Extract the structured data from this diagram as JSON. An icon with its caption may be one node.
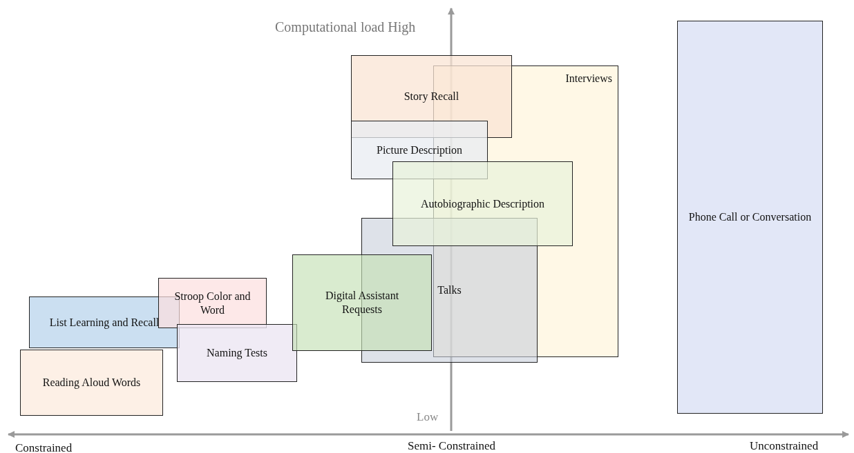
{
  "diagram": {
    "nodes": [
      {
        "text": [
          "Story Recall"
        ]
      },
      {
        "text": [
          "Interviews"
        ]
      },
      {
        "text": [
          "Picture Description"
        ]
      },
      {
        "text": [
          "Autobiographic Description"
        ]
      },
      {
        "text": [
          "Talks"
        ]
      },
      {
        "text": [
          "Phone Call or Conversation"
        ]
      },
      {
        "text": [
          "Digital Assistant Requests"
        ]
      },
      {
        "text": [
          "Stroop Color and Word"
        ]
      },
      {
        "text": [
          "List Learning and Recall"
        ]
      },
      {
        "text": [
          "Naming Tests"
        ]
      },
      {
        "text": [
          "Reading Aloud Words"
        ]
      }
    ],
    "labels": [
      "Computational load High",
      "Low",
      "Constrained",
      "Semi- Constrained",
      "Unconstrained"
    ]
  }
}
